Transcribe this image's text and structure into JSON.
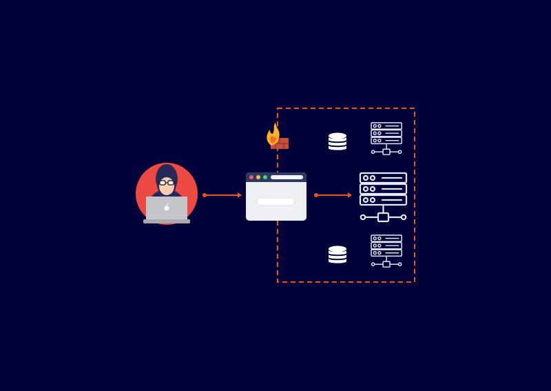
{
  "colors": {
    "background": "#01023a",
    "accent": "#f0541e",
    "attacker_circle": "#ec4a42",
    "hood": "#252a5a",
    "skin": "#f6cdb2",
    "laptop": "#c5c5c9",
    "browser_window": "#eef0f4",
    "browser_bar": "#2e3a64",
    "server_outline": "#e6e9f2",
    "firewall_brick": "#c94f3d",
    "flame": "#ffb12b",
    "traffic_red": "#f06060",
    "traffic_yellow": "#f4c340",
    "traffic_green": "#4cd07d"
  },
  "icons": {
    "attacker": "hooded-hacker-with-laptop-icon",
    "laptop_logo": "apple-logo-icon",
    "firewall": "burning-firewall-icon",
    "web_app": "browser-window-icon",
    "database": "database-stack-icon",
    "server": "server-rack-icon"
  },
  "nodes": [
    {
      "id": "attacker",
      "kind": "attacker"
    },
    {
      "id": "firewall",
      "kind": "firewall"
    },
    {
      "id": "web-app",
      "kind": "browser"
    },
    {
      "id": "database-top",
      "kind": "database"
    },
    {
      "id": "database-bottom",
      "kind": "database"
    },
    {
      "id": "server-top",
      "kind": "server"
    },
    {
      "id": "server-main",
      "kind": "server"
    },
    {
      "id": "server-bottom",
      "kind": "server"
    }
  ],
  "edges": [
    {
      "from": "attacker",
      "to": "web-app",
      "style": "arrow"
    },
    {
      "from": "web-app",
      "to": "server-main",
      "style": "arrow"
    }
  ],
  "network_boundary": {
    "style": "dashed"
  }
}
